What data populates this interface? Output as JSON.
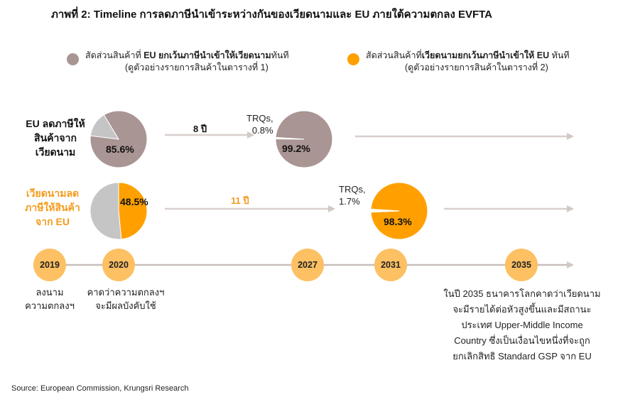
{
  "title": "ภาพที่ 2: Timeline การลดภาษีนำเข้าระหว่างกันของเวียดนามและ EU ภายใต้ความตกลง EVFTA",
  "colors": {
    "brown": "#a99593",
    "orange": "#ffa000",
    "grey": "#c5c5c5",
    "year": "#fdc063",
    "arrow": "#d8cfcd",
    "accent_text": "#f59a1b"
  },
  "legend": [
    {
      "prefix": "สัดส่วนสินค้าที่ ",
      "bold": "EU ยกเว้นภาษีนำเข้าให้เวียดนาม",
      "suffix": "ทันที",
      "sub": "(ดูตัวอย่างรายการสินค้าในตารางที่ 1)"
    },
    {
      "prefix": "สัดส่วนสินค้าที่",
      "bold": "เวียดนามยกเว้นภาษีนำเข้าให้ EU",
      "suffix": " ทันที",
      "sub": "(ดูตัวอย่างรายการสินค้าในตารางที่ 2)"
    }
  ],
  "rows": [
    {
      "label_lines": [
        "EU ลดภาษีให้",
        "สินค้าจาก",
        "เวียดนาม"
      ],
      "duration": "8 ปี"
    },
    {
      "label_lines": [
        "เวียดนามลด",
        "ภาษีให้สินค้า",
        "จาก EU"
      ],
      "duration": "11 ปี"
    }
  ],
  "chart_data": [
    {
      "type": "pie",
      "name": "EU 2020",
      "values": [
        85.6,
        14.4
      ],
      "labels": [
        "85.6%",
        ""
      ],
      "colors": [
        "#a99593",
        "#c5c5c5"
      ]
    },
    {
      "type": "pie",
      "name": "EU 2027",
      "values": [
        99.2,
        0.8
      ],
      "labels": [
        "99.2%",
        "TRQs, 0.8%"
      ],
      "colors": [
        "#a99593",
        "#ffffff"
      ]
    },
    {
      "type": "pie",
      "name": "VN 2020",
      "values": [
        48.5,
        51.5
      ],
      "labels": [
        "48.5%",
        ""
      ],
      "colors": [
        "#ffa000",
        "#c5c5c5"
      ]
    },
    {
      "type": "pie",
      "name": "VN 2031",
      "values": [
        98.3,
        1.7
      ],
      "labels": [
        "98.3%",
        "TRQs, 1.7%"
      ],
      "colors": [
        "#ffa000",
        "#ffffff"
      ]
    }
  ],
  "pies": {
    "eu_2020": "85.6%",
    "eu_2027": "99.2%",
    "eu_trq": [
      "TRQs,",
      "0.8%"
    ],
    "vn_2020": "48.5%",
    "vn_2031": "98.3%",
    "vn_trq": [
      "TRQs,",
      "1.7%"
    ]
  },
  "timeline": [
    {
      "year": "2019",
      "caption": [
        "ลงนาม",
        "ความตกลงฯ"
      ]
    },
    {
      "year": "2020",
      "caption": [
        "คาดว่าความตกลงฯ",
        "จะมีผลบังคับใช้"
      ]
    },
    {
      "year": "2027",
      "caption": []
    },
    {
      "year": "2031",
      "caption": []
    },
    {
      "year": "2035",
      "caption": []
    }
  ],
  "final_note": [
    "ในปี 2035 ธนาคารโลกคาดว่าเวียดนาม",
    "จะมีรายได้ต่อหัวสูงขึ้นและมีสถานะ",
    "ประเทศ Upper-Middle Income",
    "Country ซึ่งเป็นเงื่อนไขหนึ่งที่จะถูก",
    "ยกเลิกสิทธิ Standard GSP จาก EU"
  ],
  "source": "Source: European Commission, Krungsri Research"
}
